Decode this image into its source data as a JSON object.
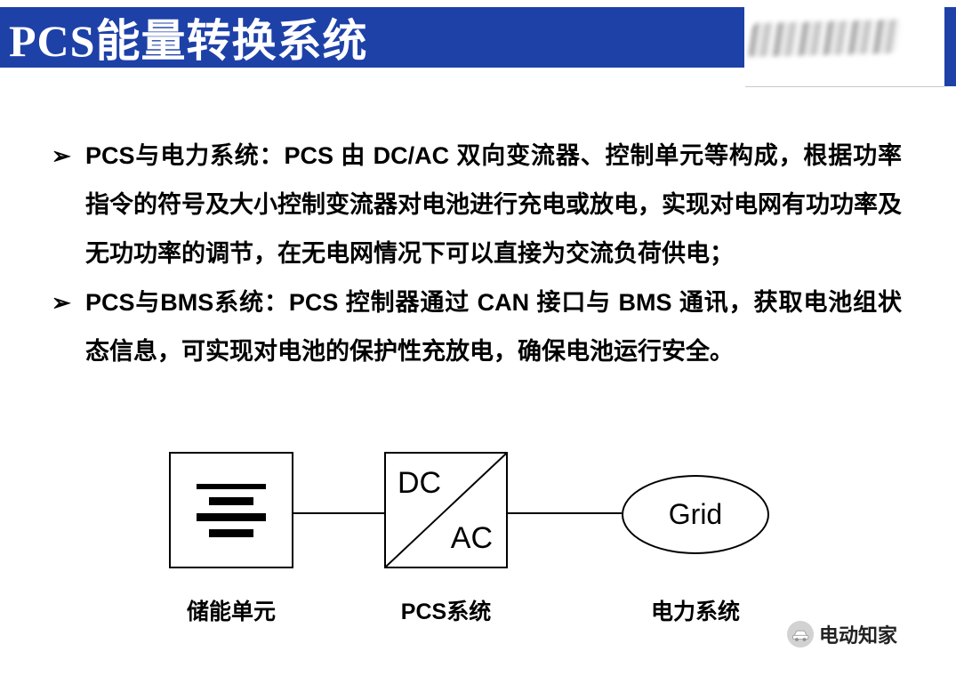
{
  "header": {
    "title": "PCS能量转换系统"
  },
  "bullets": [
    {
      "marker": "➢",
      "text": "PCS与电力系统：PCS 由 DC/AC 双向变流器、控制单元等构成，根据功率指令的符号及大小控制变流器对电池进行充电或放电，实现对电网有功功率及无功功率的调节，在无电网情况下可以直接为交流负荷供电；"
    },
    {
      "marker": "➢",
      "text": "PCS与BMS系统：PCS 控制器通过 CAN 接口与 BMS 通讯，获取电池组状态信息，可实现对电池的保护性充放电，确保电池运行安全。"
    }
  ],
  "diagram": {
    "pcs_box": {
      "top_label": "DC",
      "bottom_label": "AC"
    },
    "grid_label": "Grid",
    "captions": {
      "battery": "储能单元",
      "pcs": "PCS系统",
      "grid": "电力系统"
    }
  },
  "footer": {
    "brand": "电动知家"
  },
  "colors": {
    "header_blue": "#1e41a8",
    "text_black": "#000000"
  }
}
